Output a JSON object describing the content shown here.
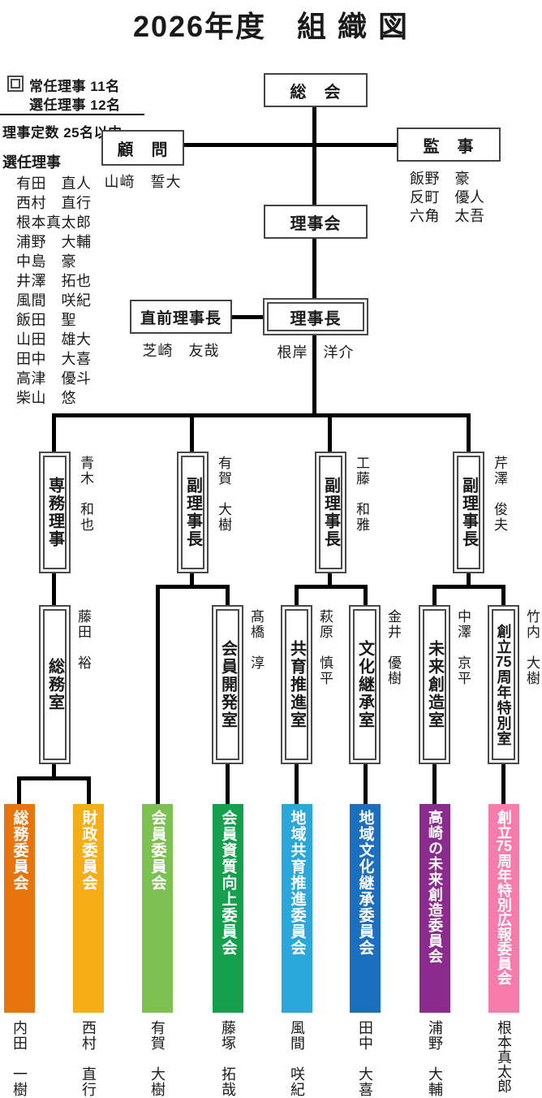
{
  "title": "2026年度　組 織 図",
  "legend": {
    "permanent": "常任理事 11名",
    "elected": "選任理事 12名",
    "quota": "理事定数 25名以内"
  },
  "elected_list": {
    "heading": "選任理事",
    "members": [
      "有田　直人",
      "西村　直行",
      "根本真太郎",
      "浦野　大輔",
      "中島　豪",
      "井澤　拓也",
      "風間　咲紀",
      "飯田　聖",
      "山田　雄大",
      "田中　大喜",
      "高津　優斗",
      "柴山　悠"
    ]
  },
  "general_meeting": {
    "label": "総　会"
  },
  "advisor": {
    "label": "顧　問",
    "name": "山﨑　誓大"
  },
  "auditors": {
    "label": "監　事",
    "names": [
      "飯野　豪",
      "反町　優人",
      "六角　太吾"
    ]
  },
  "board": {
    "label": "理事会"
  },
  "immediate_past_president": {
    "label": "直前理事長",
    "name": "芝崎　友哉"
  },
  "president": {
    "label": "理事長",
    "name": "根岸　洋介"
  },
  "branches": [
    {
      "label": "専務理事",
      "name": "青木　和也"
    },
    {
      "label": "副理事長",
      "name": "有賀　大樹"
    },
    {
      "label": "副理事長",
      "name": "工藤　和雅"
    },
    {
      "label": "副理事長",
      "name": "芹澤　俊夫"
    }
  ],
  "offices": [
    {
      "label": "総務室",
      "name": "藤田　裕"
    },
    {
      "label": "会員開発室",
      "name": "髙橋　淳"
    },
    {
      "label": "共育推進室",
      "name": "萩原　慎平"
    },
    {
      "label": "文化継承室",
      "name": "金井　優樹"
    },
    {
      "label": "未来創造室",
      "name": "中澤　京平"
    },
    {
      "label_pre": "創立",
      "label_num": "75",
      "label_post": "周年特別室",
      "name": "竹内　大樹"
    }
  ],
  "committees": [
    {
      "label": "総務委員会",
      "chair": "内田　一樹",
      "color": "#e8740e"
    },
    {
      "label": "財政委員会",
      "chair": "西村　直行",
      "color": "#f5ae17"
    },
    {
      "label": "会員委員会",
      "chair": "有賀　大樹",
      "color": "#7cc152"
    },
    {
      "label": "会員資質向上委員会",
      "chair": "藤塚　拓哉",
      "color": "#14a04d"
    },
    {
      "label": "地域共育推進委員会",
      "chair": "風間　咲紀",
      "color": "#2ba7dc"
    },
    {
      "label": "地域文化継承委員会",
      "chair": "田中　大喜",
      "color": "#1b6fbe"
    },
    {
      "label": "高崎の未来創造委員会",
      "chair": "浦野　大輔",
      "color": "#8c2b8e"
    },
    {
      "label_pre": "創立",
      "label_num": "75",
      "label_post": "周年特別広報委員会",
      "chair": "根本真太郎",
      "color": "#f87cab"
    }
  ]
}
